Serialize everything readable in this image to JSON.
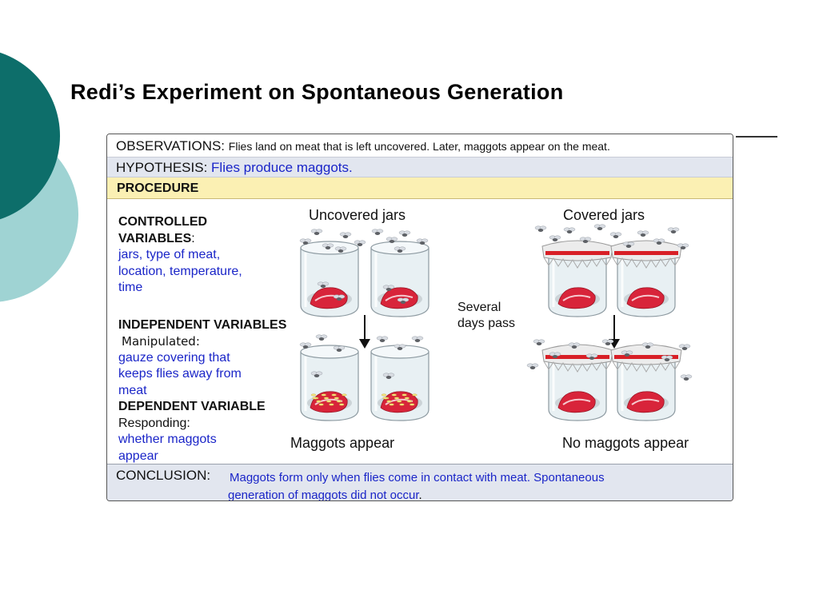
{
  "title": "Redi’s Experiment on Spontaneous Generation",
  "observations": {
    "label": "OBSERVATIONS:",
    "text": "Flies land on meat that is left uncovered.  Later, maggots appear on the meat."
  },
  "hypothesis": {
    "label": "HYPOTHESIS:",
    "text": "Flies produce maggots."
  },
  "procedure": {
    "label": "PROCEDURE"
  },
  "variables": {
    "controlled_heading_1": "CONTROLLED",
    "controlled_heading_2": "VARIABLES",
    "controlled_colon": ":",
    "controlled_lines": [
      "jars, type of meat,",
      "location, temperature,",
      "time"
    ],
    "independent_heading": "INDEPENDENT VARIABLES",
    "manipulated_label": "Manipulated:",
    "independent_lines": [
      "gauze covering that",
      "keeps flies away from",
      "meat"
    ],
    "dependent_heading": "DEPENDENT VARIABLE",
    "responding_label": "Responding:",
    "dependent_lines": [
      "whether maggots",
      "appear"
    ]
  },
  "figure": {
    "uncovered_label": "Uncovered jars",
    "covered_label": "Covered jars",
    "time_lines": [
      "Several",
      "days pass"
    ],
    "result_uncovered": "Maggots appear",
    "result_covered": "No maggots appear"
  },
  "conclusion": {
    "label": "CONCLUSION:",
    "line1": "Maggots form only when flies come in contact with meat. Spontaneous",
    "line2": "generation of maggots did not occur",
    "line2_end": "."
  },
  "colors": {
    "teal_dark": "#0d6e6a",
    "teal_light": "#9fd3d3",
    "highlight_blue": "#1a25c8",
    "procedure_band": "#fbf0b3",
    "hypothesis_band": "#e2e6ef",
    "meat_red": "#d8243a",
    "gauze_band": "#d81f26"
  }
}
